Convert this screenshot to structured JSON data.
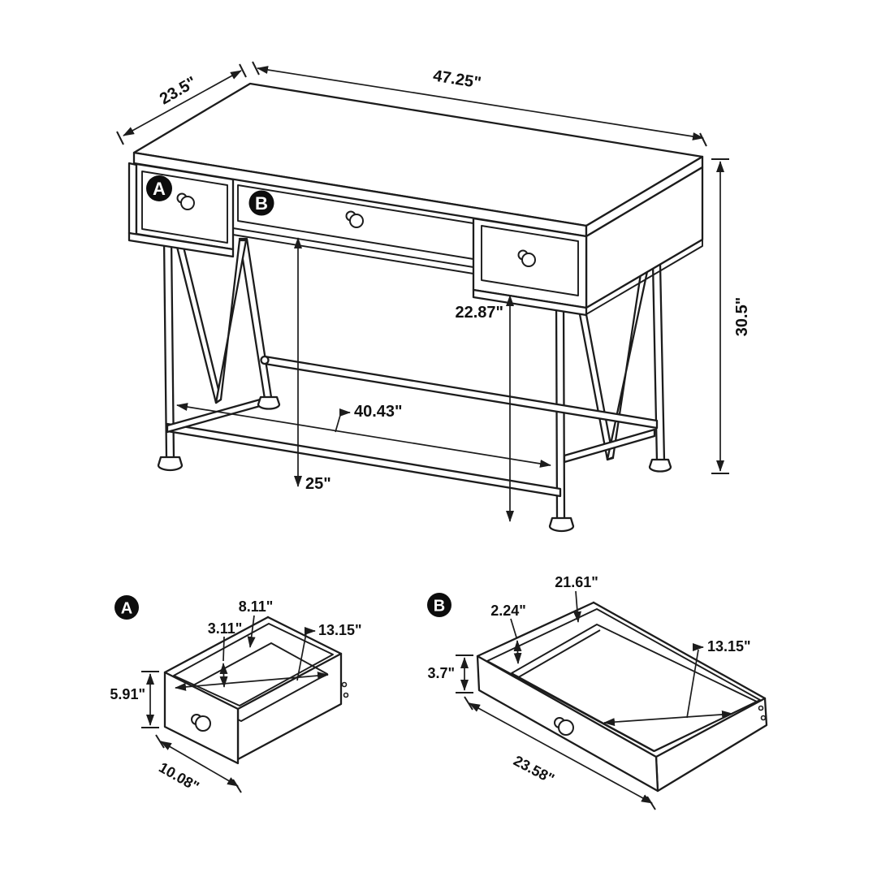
{
  "figure": {
    "background": "#ffffff",
    "line_color": "#1c1c1c",
    "type": "furniture-dimension-diagram"
  },
  "main_view": {
    "drawer_a_badge": "A",
    "drawer_b_badge": "B",
    "dim_depth": "23.5\"",
    "dim_width": "47.25\"",
    "dim_height": "30.5\"",
    "dim_clearance_height": "22.87\"",
    "dim_inner_span": "40.43\"",
    "dim_knee_clearance": "25\""
  },
  "detail_a": {
    "badge": "A",
    "dim_front_height": "5.91\"",
    "dim_front_width": "10.08\"",
    "dim_inner_width": "8.11\"",
    "dim_inner_height": "3.11\"",
    "dim_inner_diagonal": "13.15\""
  },
  "detail_b": {
    "badge": "B",
    "dim_inner_length": "21.61\"",
    "dim_wall_height": "2.24\"",
    "dim_front_height": "3.7\"",
    "dim_inner_diagonal": "13.15\"",
    "dim_front_width": "23.58\""
  }
}
